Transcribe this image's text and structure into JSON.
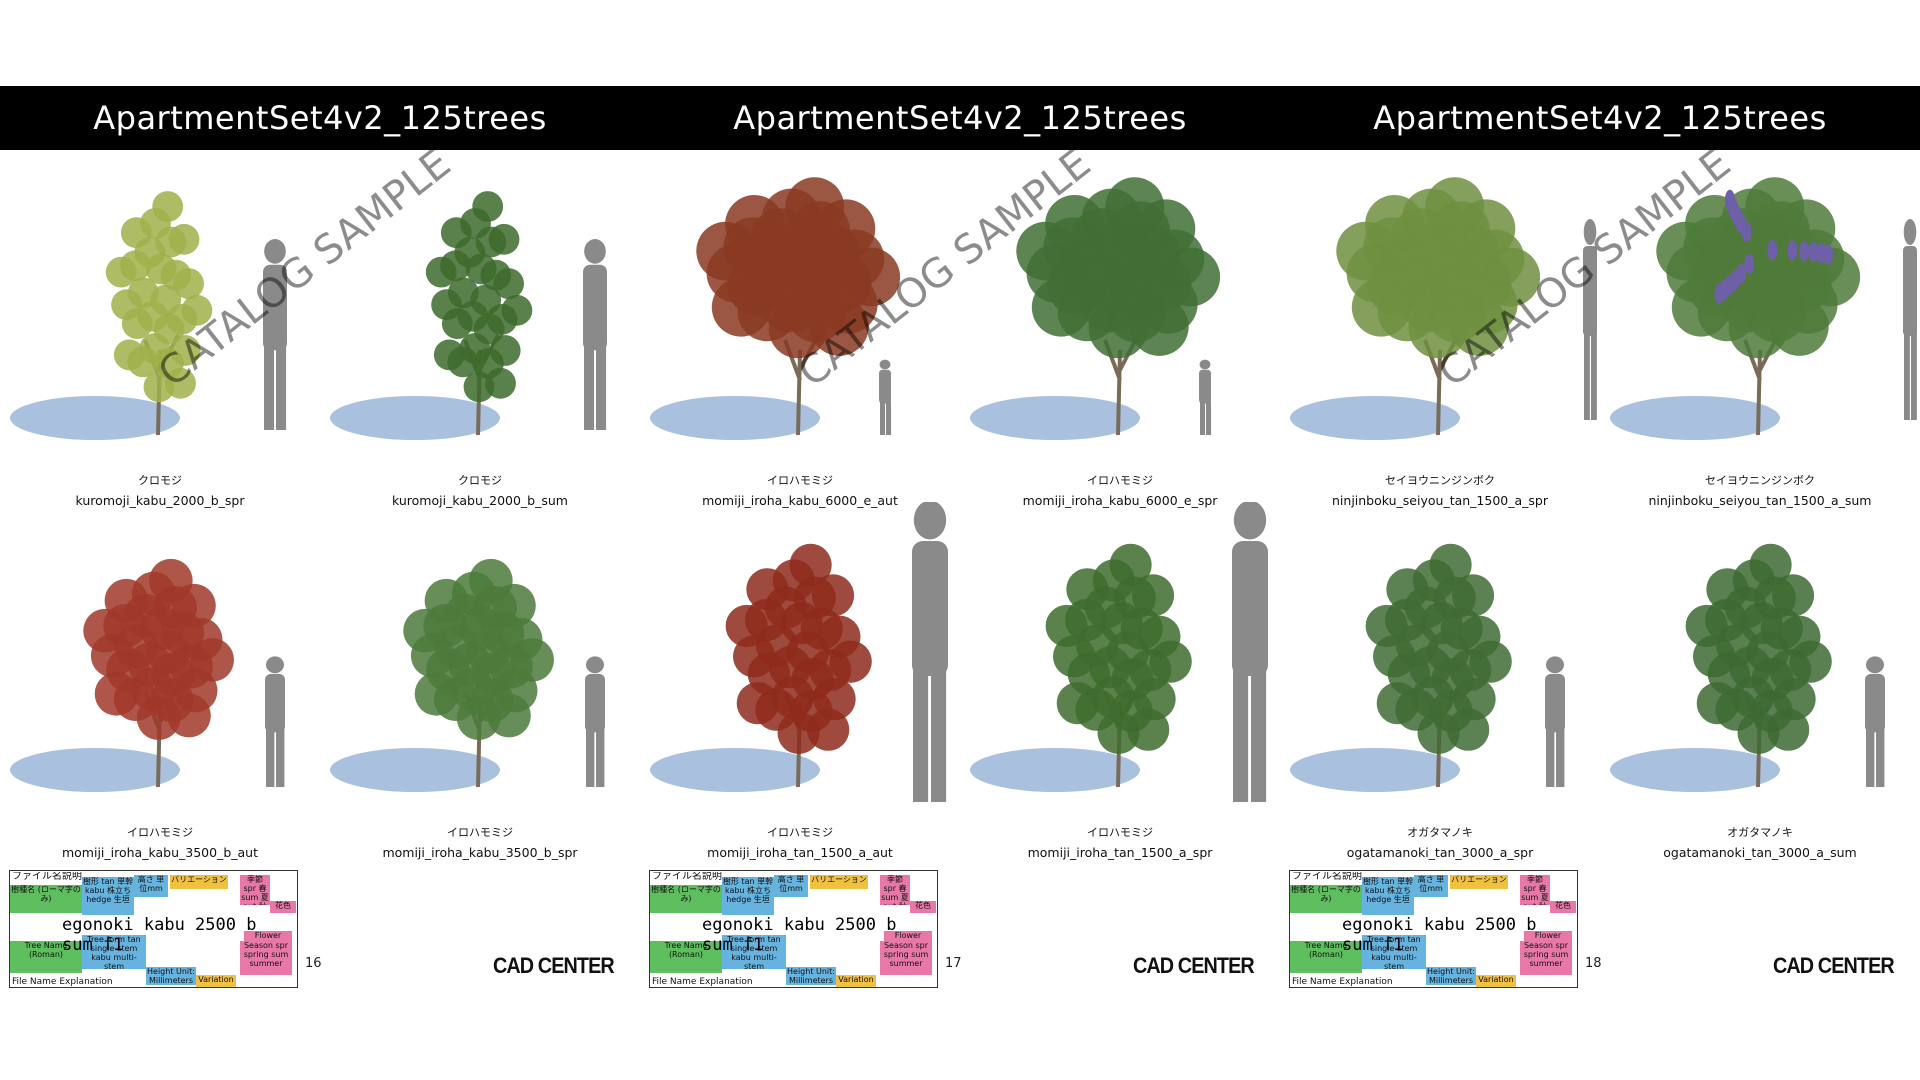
{
  "pages": [
    {
      "header": "ApartmentSet4v2_125trees",
      "watermark": "CATALOG SAMPLE",
      "page_number": "16",
      "logo": "CAD CENTER",
      "legend": true,
      "trees": [
        {
          "jp": "クロモジ",
          "file": "kuromoji_kabu_2000_b_spr",
          "foliage": "#9fb04a",
          "form": "columnar",
          "person": "near"
        },
        {
          "jp": "クロモジ",
          "file": "kuromoji_kabu_2000_b_sum",
          "foliage": "#3d6b2c",
          "form": "columnar",
          "person": "near"
        },
        {
          "jp": "イロハモミジ",
          "file": "momiji_iroha_kabu_3500_b_aut",
          "foliage": "#a0382a",
          "form": "round",
          "person": "mid"
        },
        {
          "jp": "イロハモミジ",
          "file": "momiji_iroha_kabu_3500_b_spr",
          "foliage": "#4c7a3c",
          "form": "round",
          "person": "mid"
        }
      ]
    },
    {
      "header": "ApartmentSet4v2_125trees",
      "watermark": "CATALOG SAMPLE",
      "page_number": "17",
      "logo": "CAD CENTER",
      "legend": true,
      "trees": [
        {
          "jp": "イロハモミジ",
          "file": "momiji_iroha_kabu_6000_e_aut",
          "foliage": "#8a3a22",
          "form": "wide",
          "person": "small"
        },
        {
          "jp": "イロハモミジ",
          "file": "momiji_iroha_kabu_6000_e_spr",
          "foliage": "#416f35",
          "form": "wide",
          "person": "small"
        },
        {
          "jp": "イロハモミジ",
          "file": "momiji_iroha_tan_1500_a_aut",
          "foliage": "#8e2a1c",
          "form": "oval",
          "person": "big"
        },
        {
          "jp": "イロハモミジ",
          "file": "momiji_iroha_tan_1500_a_spr",
          "foliage": "#3e6c2e",
          "form": "oval",
          "person": "big"
        }
      ]
    },
    {
      "header": "ApartmentSet4v2_125trees",
      "watermark": "CATALOG SAMPLE",
      "page_number": "18",
      "logo": "CAD CENTER",
      "legend": true,
      "trees": [
        {
          "jp": "セイヨウニンジンボク",
          "file": "ninjinboku_seiyou_tan_1500_a_spr",
          "foliage": "#6e8f3f",
          "form": "wide",
          "person": "edge"
        },
        {
          "jp": "セイヨウニンジンボク",
          "file": "ninjinboku_seiyou_tan_1500_a_sum",
          "foliage": "#4f7a3b",
          "form": "wide",
          "person": "edge",
          "flowers": "#6d5fa8"
        },
        {
          "jp": "オガタマノキ",
          "file": "ogatamanoki_tan_3000_a_spr",
          "foliage": "#3f6b34",
          "form": "oval",
          "person": "mid"
        },
        {
          "jp": "オガタマノキ",
          "file": "ogatamanoki_tan_3000_a_sum",
          "foliage": "#3d6a33",
          "form": "oval",
          "person": "mid"
        }
      ]
    }
  ],
  "legend": {
    "title": "ファイル名説明",
    "center": "egonoki kabu 2500 b sum f1",
    "foot": "File Name Explanation",
    "boxes": [
      {
        "text": "樹種名 (ローマ字のみ)",
        "color": "#5fbf5f"
      },
      {
        "text": "樹形 tan 単幹 kabu 株立ち hedge 生垣",
        "color": "#67b3e0"
      },
      {
        "text": "高さ 単位mm",
        "color": "#67b3e0"
      },
      {
        "text": "バリエーション",
        "color": "#f0c040"
      },
      {
        "text": "季節 spr 春 sum 夏 aut 秋 win 冬",
        "color": "#e878a8"
      },
      {
        "text": "花色",
        "color": "#e878a8"
      },
      {
        "text": "Tree Name (Roman)",
        "color": "#5fbf5f"
      },
      {
        "text": "Tree form tan single-stem kabu multi-stem",
        "color": "#67b3e0"
      },
      {
        "text": "Height Unit: Millimeters",
        "color": "#67b3e0"
      },
      {
        "text": "Variation",
        "color": "#f0c040"
      },
      {
        "text": "Season spr spring sum summer",
        "color": "#e878a8"
      },
      {
        "text": "Flower Color",
        "color": "#e878a8"
      }
    ]
  },
  "colors": {
    "header_bg": "#000000",
    "shadow": "#6f96c8",
    "person": "#8a8a8a",
    "trunk": "#7a6a58"
  }
}
